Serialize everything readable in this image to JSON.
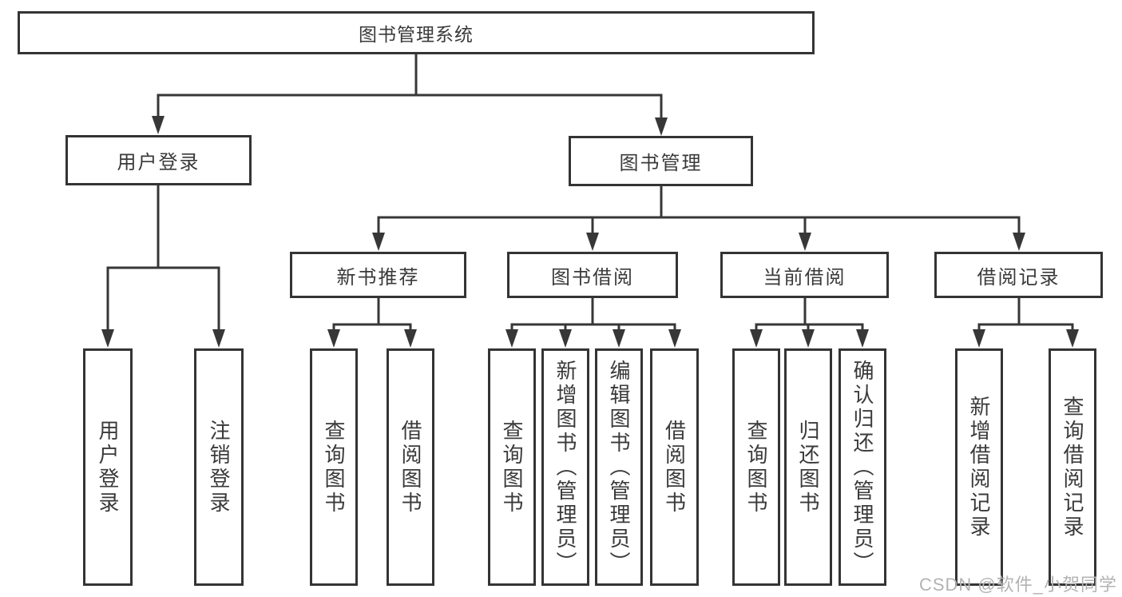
{
  "diagram": {
    "root": {
      "label": "图书管理系统"
    },
    "level2": [
      {
        "id": "user-login",
        "label": "用户登录"
      },
      {
        "id": "book-management",
        "label": "图书管理"
      }
    ],
    "level3": [
      {
        "id": "new-book-recommend",
        "label": "新书推荐"
      },
      {
        "id": "book-borrow",
        "label": "图书借阅"
      },
      {
        "id": "current-borrow",
        "label": "当前借阅"
      },
      {
        "id": "borrow-records",
        "label": "借阅记录"
      }
    ],
    "leaves": {
      "user_login": [
        {
          "label": "用户登录"
        },
        {
          "label": "注销登录"
        }
      ],
      "new_book_recommend": [
        {
          "label": "查询图书"
        },
        {
          "label": "借阅图书"
        }
      ],
      "book_borrow": [
        {
          "label": "查询图书"
        },
        {
          "label": "新增图书（管理员）"
        },
        {
          "label": "编辑图书（管理员）"
        },
        {
          "label": "借阅图书"
        }
      ],
      "current_borrow": [
        {
          "label": "查询图书"
        },
        {
          "label": "归还图书"
        },
        {
          "label": "确认归还（管理员）"
        }
      ],
      "borrow_records": [
        {
          "label": "新增借阅记录"
        },
        {
          "label": "查询借阅记录"
        }
      ]
    }
  },
  "watermark": {
    "text": "CSDN @软件_小贺同学"
  },
  "colors": {
    "line": "#373737",
    "box_border": "#343434",
    "text": "#3a3a3a",
    "box_background": "#ffffff",
    "background": "#ffffff",
    "watermark": "#b3b3b3"
  }
}
